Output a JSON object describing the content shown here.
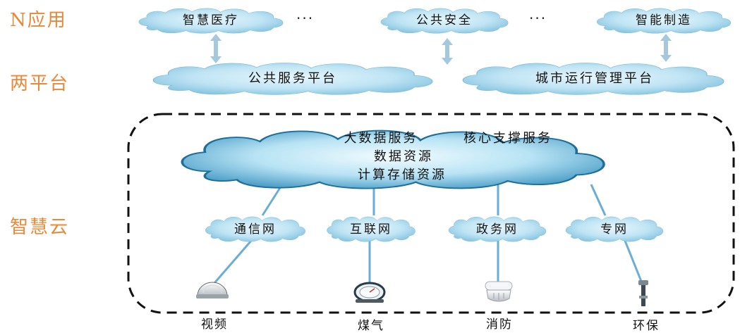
{
  "tiers": {
    "apps": "N应用",
    "platforms": "两平台",
    "cloud": "智慧云"
  },
  "apps": {
    "items": [
      "智慧医疗",
      "公共安全",
      "智能制造"
    ],
    "ellipsis": "···"
  },
  "platforms": [
    "公共服务平台",
    "城市运行管理平台"
  ],
  "core_cloud": {
    "line1a": "大数据服务",
    "line1b": "核心支撑服务",
    "line2": "数据资源",
    "line3": "计算存储资源"
  },
  "networks": [
    "通信网",
    "互联网",
    "政务网",
    "专网"
  ],
  "devices": [
    "视频",
    "煤气",
    "消防",
    "环保"
  ],
  "colors": {
    "tier_label": "#e8893a",
    "cloud_fill": "#bfe4f4",
    "cloud_edge": "#6fb3d4",
    "core_fill": "#a9dcf0",
    "core_edge": "#1d6f9a",
    "arrow": "#a6c8dc",
    "connector": "#6aaed6"
  }
}
